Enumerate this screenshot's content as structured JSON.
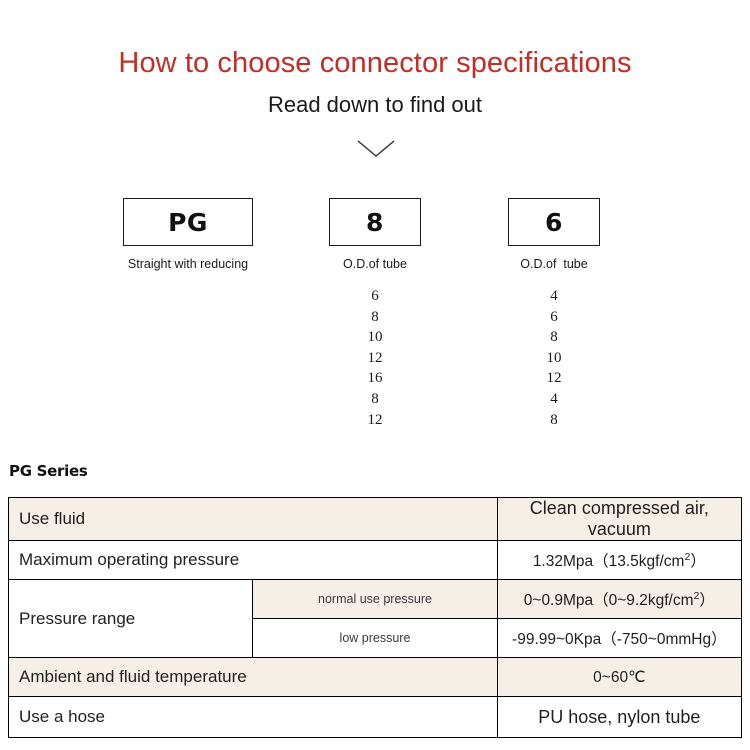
{
  "header": {
    "title": "How to choose connector specifications",
    "subtitle": "Read down to find out",
    "title_color": "#bf2f26",
    "chevron_icon": "chevron-down-icon"
  },
  "selector": {
    "boxes": [
      {
        "code": "PG",
        "caption": "Straight with reducing"
      },
      {
        "code": "8",
        "caption": "O.D.of tube"
      },
      {
        "code": "6",
        "caption": "O.D.of  tube"
      }
    ],
    "option_columns": [
      {
        "for": "8",
        "values": [
          "6",
          "8",
          "10",
          "12",
          "16",
          "8",
          "12"
        ]
      },
      {
        "for": "6",
        "values": [
          "4",
          "6",
          "8",
          "10",
          "12",
          "4",
          "8"
        ]
      }
    ]
  },
  "spec": {
    "series_label": "PG Series",
    "beige": "#f6efe7",
    "rows": [
      {
        "label": "Use fluid",
        "value": "Clean compressed air, vacuum"
      },
      {
        "label": "Maximum operating pressure",
        "value_html": "1.32Mpa（13.5kgf/cm<sup>2</sup>）"
      },
      {
        "label": "Pressure range",
        "sub": "normal use pressure",
        "value_html": "0~0.9Mpa（0~9.2kgf/cm<sup>2</sup>）"
      },
      {
        "sub": "low pressure",
        "value": "-99.99~0Kpa（-750~0mmHg）"
      },
      {
        "label": "Ambient and fluid temperature",
        "value": "0~60℃"
      },
      {
        "label": "Use a hose",
        "value": "PU hose, nylon tube"
      }
    ]
  }
}
